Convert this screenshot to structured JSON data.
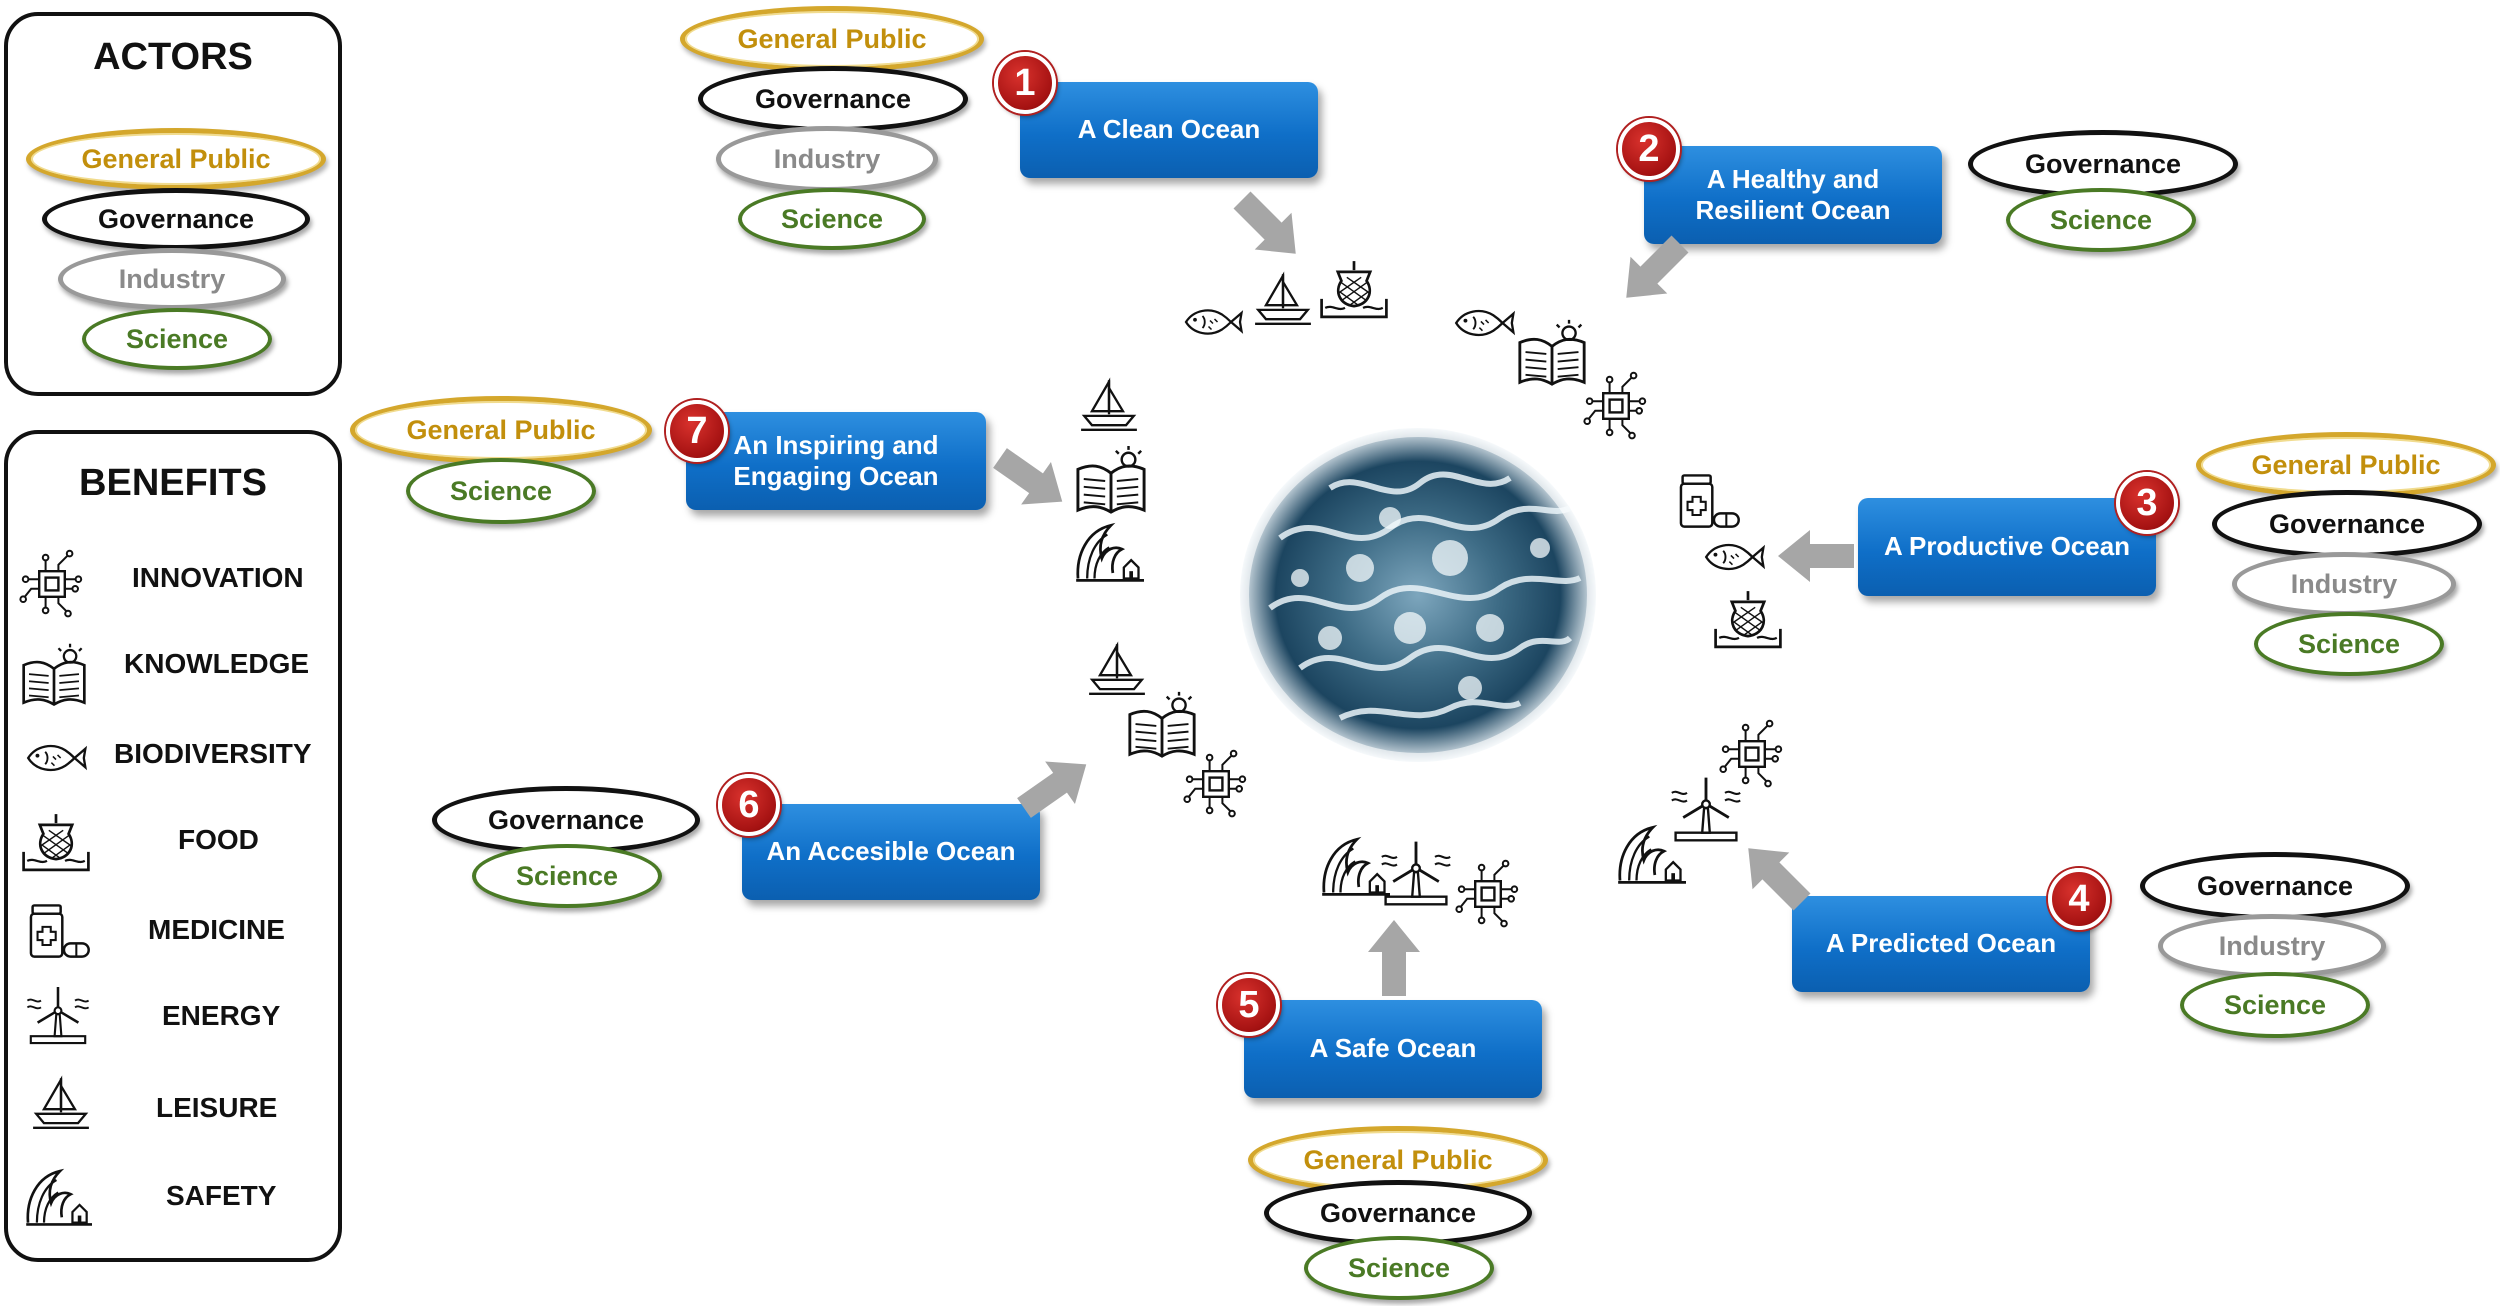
{
  "actors_panel": {
    "title": "ACTORS",
    "items": [
      "General Public",
      "Governance",
      "Industry",
      "Science"
    ]
  },
  "benefits_panel": {
    "title": "BENEFITS",
    "items": [
      {
        "label": "INNOVATION",
        "icon": "innovation-icon"
      },
      {
        "label": "KNOWLEDGE",
        "icon": "knowledge-icon"
      },
      {
        "label": "BIODIVERSITY",
        "icon": "biodiversity-icon"
      },
      {
        "label": "FOOD",
        "icon": "food-icon"
      },
      {
        "label": "MEDICINE",
        "icon": "medicine-icon"
      },
      {
        "label": "ENERGY",
        "icon": "energy-icon"
      },
      {
        "label": "LEISURE",
        "icon": "leisure-icon"
      },
      {
        "label": "SAFETY",
        "icon": "safety-icon"
      }
    ]
  },
  "outcomes": [
    {
      "number": "1",
      "title": "A Clean Ocean",
      "actors": [
        "General Public",
        "Governance",
        "Industry",
        "Science"
      ],
      "benefits": [
        "biodiversity",
        "leisure",
        "food"
      ]
    },
    {
      "number": "2",
      "title": "A Healthy and Resilient Ocean",
      "actors": [
        "Governance",
        "Science"
      ],
      "benefits": [
        "biodiversity",
        "knowledge",
        "innovation"
      ]
    },
    {
      "number": "3",
      "title": "A Productive Ocean",
      "actors": [
        "General Public",
        "Governance",
        "Industry",
        "Science"
      ],
      "benefits": [
        "medicine",
        "biodiversity",
        "food"
      ]
    },
    {
      "number": "4",
      "title": "A Predicted Ocean",
      "actors": [
        "Governance",
        "Industry",
        "Science"
      ],
      "benefits": [
        "innovation",
        "energy",
        "safety"
      ]
    },
    {
      "number": "5",
      "title": "A Safe Ocean",
      "actors": [
        "General Public",
        "Governance",
        "Science"
      ],
      "benefits": [
        "safety",
        "energy",
        "innovation"
      ]
    },
    {
      "number": "6",
      "title": "An Accesible Ocean",
      "actors": [
        "Governance",
        "Science"
      ],
      "benefits": [
        "leisure",
        "knowledge",
        "innovation"
      ]
    },
    {
      "number": "7",
      "title": "An Inspiring and Engaging Ocean",
      "actors": [
        "General Public",
        "Science"
      ],
      "benefits": [
        "leisure",
        "knowledge",
        "safety"
      ]
    }
  ],
  "colors": {
    "general_public": "#c28f0c",
    "governance": "#111111",
    "industry": "#8a8a8a",
    "science": "#4a7a25",
    "box_blue": "#0f6fc8",
    "badge_red": "#a51212",
    "arrow_gray": "#a6a6a6"
  }
}
